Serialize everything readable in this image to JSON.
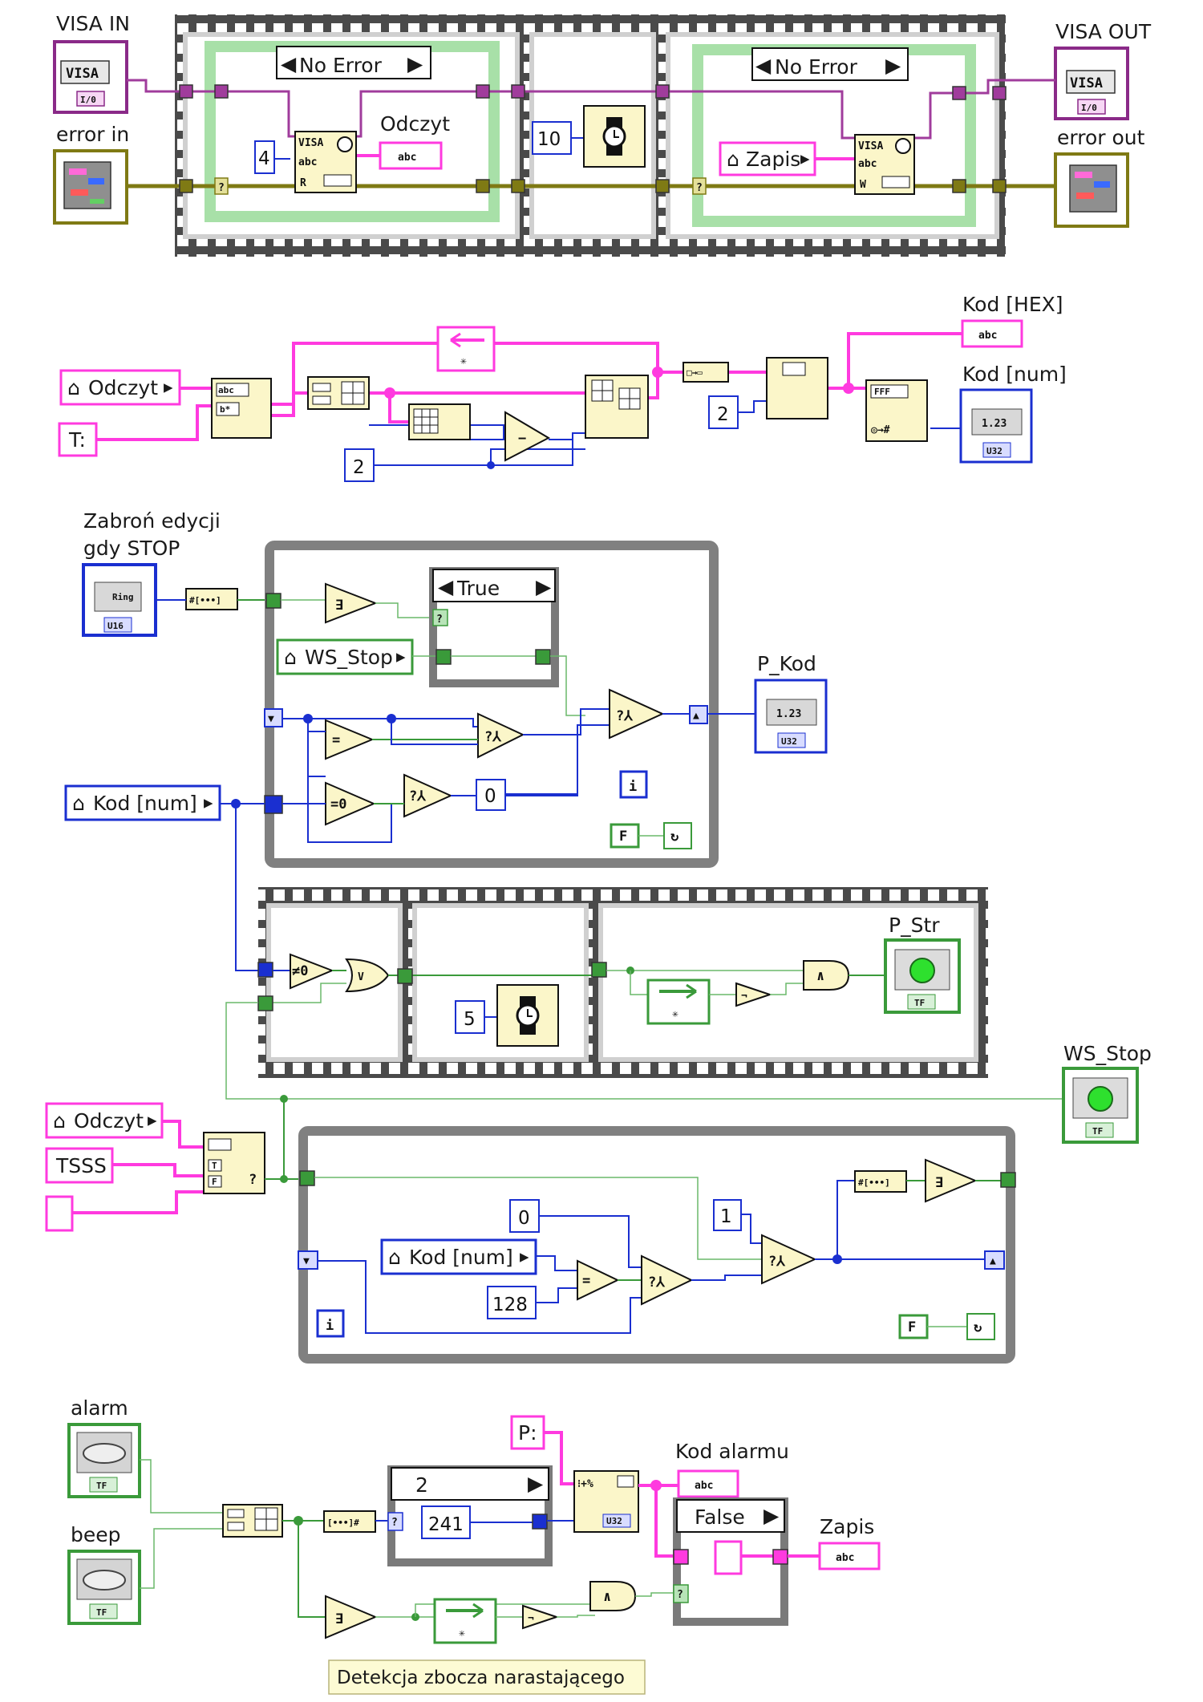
{
  "section1": {
    "visa_in_label": "VISA IN",
    "error_in_label": "error in",
    "visa_out_label": "VISA OUT",
    "error_out_label": "error out",
    "visa_ctrl_text": "VISA",
    "io_tag": "I/0",
    "case1_selector": "No Error",
    "case2_selector": "No Error",
    "read_count": "4",
    "odczyt_label": "Odczyt",
    "wait_ms": "10",
    "zapis_local": "Zapis",
    "abc_text": "abc"
  },
  "section2": {
    "odczyt_local": "Odczyt",
    "t_const": "T:",
    "const_2a": "2",
    "const_2b": "2",
    "kod_hex_label": "Kod [HEX]",
    "kod_num_label": "Kod [num]",
    "num_display": "1.23",
    "u32_tag": "U32"
  },
  "section3": {
    "zabron_label_line1": "Zabroń edycji",
    "zabron_label_line2": "gdy STOP",
    "ring_text": "Ring",
    "u16_tag": "U16",
    "case_selector": "True",
    "ws_stop_local": "WS_Stop",
    "p_kod_label": "P_Kod",
    "p_kod_display": "1.23",
    "u32_tag": "U32",
    "kod_num_local": "Kod [num]",
    "const_zero": "0",
    "iter_i": "i",
    "false_const": "F"
  },
  "section4": {
    "wait_ms": "5",
    "p_str_label": "P_Str",
    "ws_stop_label": "WS_Stop",
    "tf_tag": "TF"
  },
  "section5": {
    "odczyt_local": "Odczyt",
    "tsss_const": "TSSS",
    "const_zero": "0",
    "const_one": "1",
    "const_128": "128",
    "kod_num_local": "Kod [num]",
    "iter_i": "i",
    "false_const": "F"
  },
  "section6": {
    "alarm_label": "alarm",
    "beep_label": "beep",
    "case_selector": "2",
    "const_241": "241",
    "p_const": "P:",
    "kod_alarmu_label": "Kod alarmu",
    "case2_selector": "False",
    "zapis_label": "Zapis",
    "comment": "Detekcja zbocza narastającego",
    "tf_tag": "TF",
    "u32_tag": "U32"
  },
  "colors": {
    "error_cluster": "#7f7a14",
    "visa_refnum": "#a03c9c",
    "string_wire": "#ff3adf",
    "numeric_wire": "#1a2fd0",
    "boolean_wire": "#3a9a3a",
    "case_frame": "#a8e0a8",
    "structure_gray": "#7a7a7a",
    "node_fill": "#fbf6c9"
  }
}
